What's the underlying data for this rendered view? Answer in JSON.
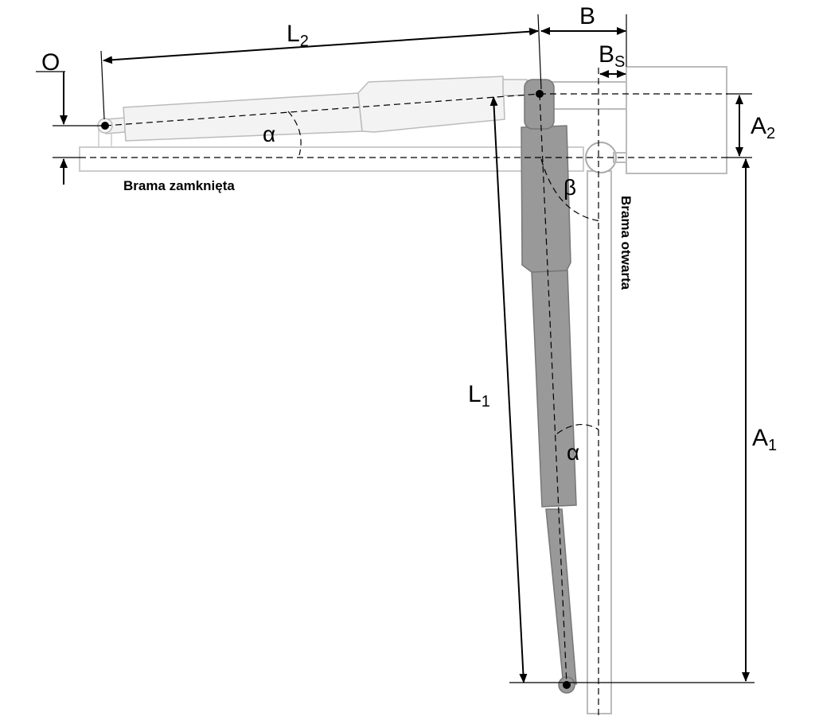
{
  "labels": {
    "L2": "L",
    "L2_sub": "2",
    "L1": "L",
    "L1_sub": "1",
    "B": "B",
    "Bs": "B",
    "Bs_sub": "S",
    "O": "O",
    "A2": "A",
    "A2_sub": "2",
    "A1": "A",
    "A1_sub": "1",
    "alpha_closed": "α",
    "alpha_open": "α",
    "beta": "β",
    "gate_closed": "Brama zamknięta",
    "gate_open": "Brama otwarta"
  },
  "colors": {
    "actuator_open": "#999999",
    "actuator_closed": "#f3f3f3",
    "outline_light": "#bbbbbb",
    "line": "#000000"
  }
}
